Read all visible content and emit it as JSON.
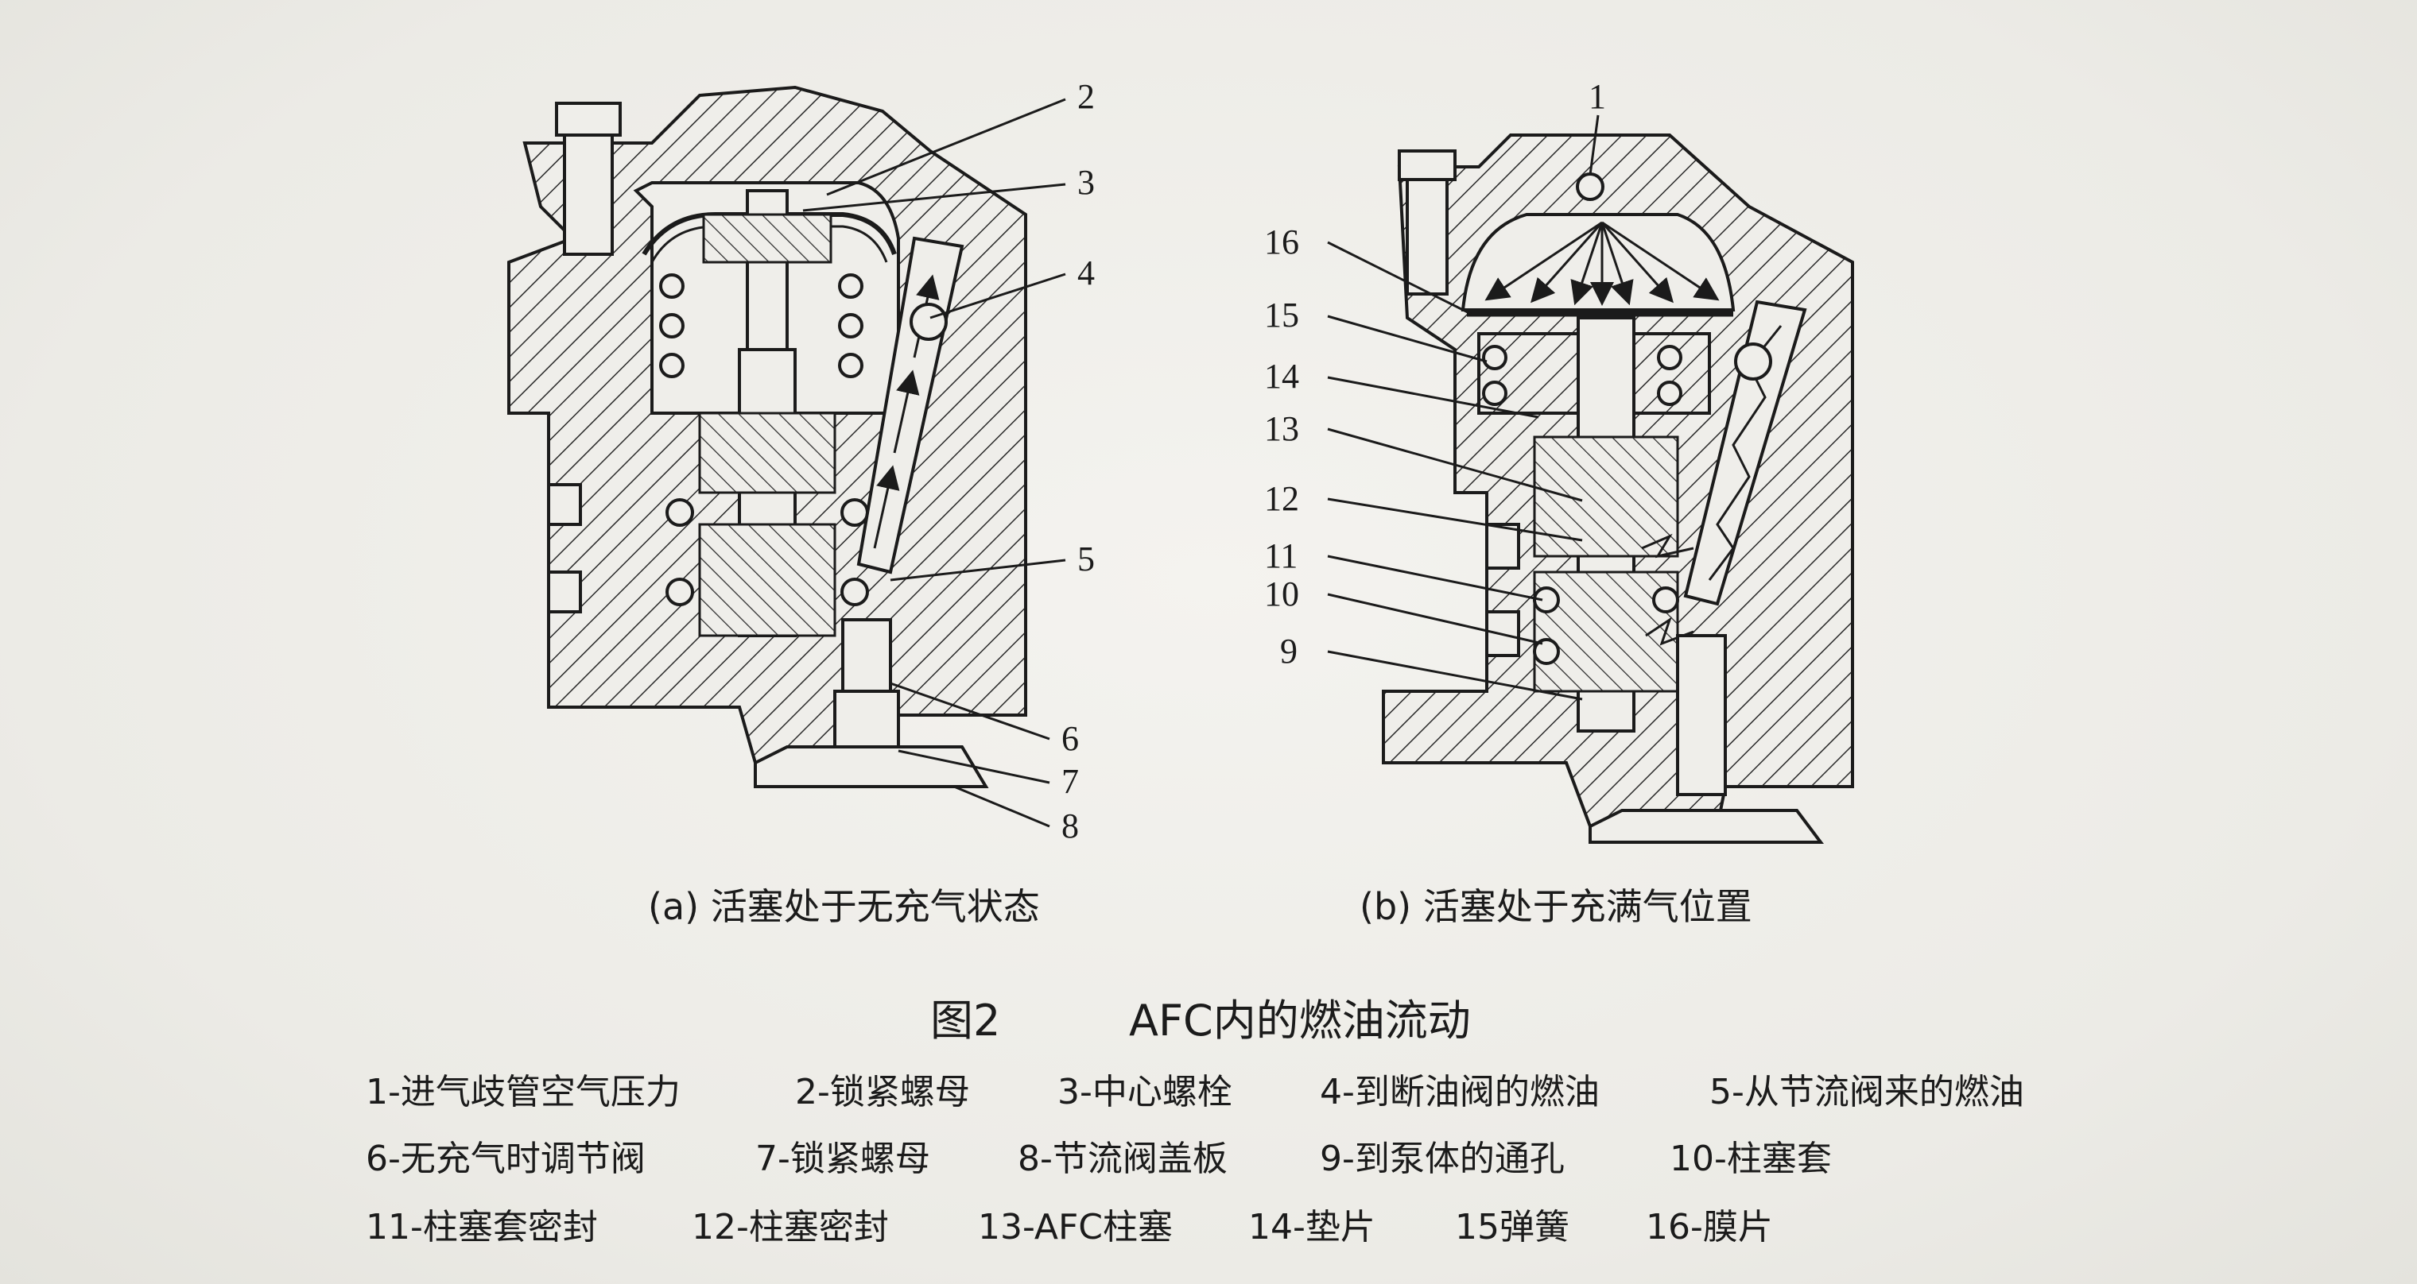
{
  "panel_a": {
    "caption": "(a) 活塞处于无充气状态",
    "callouts": [
      "2",
      "3",
      "4",
      "5",
      "6",
      "7",
      "8"
    ]
  },
  "panel_b": {
    "caption": "(b) 活塞处于充满气位置",
    "callouts": [
      "1",
      "16",
      "15",
      "14",
      "13",
      "12",
      "11",
      "10",
      "9"
    ]
  },
  "figure": {
    "number": "图2",
    "title": "AFC内的燃油流动"
  },
  "legend": [
    "1-进气歧管空气压力",
    "2-锁紧螺母",
    "3-中心螺栓",
    "4-到断油阀的燃油",
    "5-从节流阀来的燃油",
    "6-无充气时调节阀",
    "7-锁紧螺母",
    "8-节流阀盖板",
    "9-到泵体的通孔",
    "10-柱塞套",
    "11-柱塞套密封",
    "12-柱塞密封",
    "13-AFC柱塞",
    "14-垫片",
    "15弹簧",
    "16-膜片"
  ]
}
